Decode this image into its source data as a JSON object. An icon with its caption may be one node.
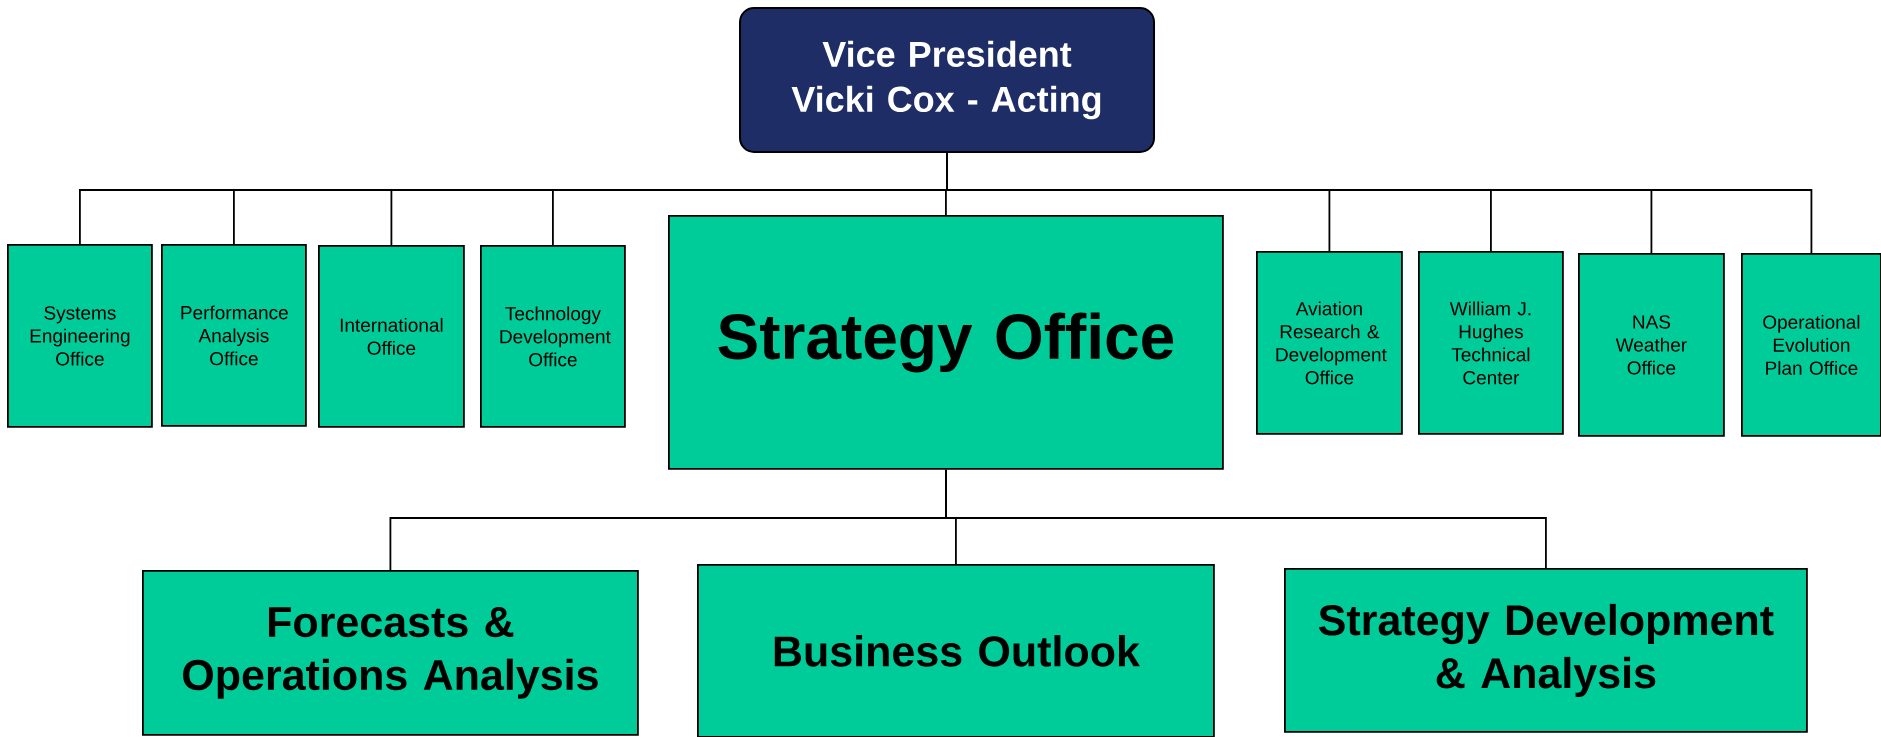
{
  "diagram": {
    "nodes": [
      {
        "text": [
          "Vice President Vicki Cox - Acting"
        ]
      },
      {
        "text": [
          "Systems Engineering Office"
        ]
      },
      {
        "text": [
          "Performance Analysis Office"
        ]
      },
      {
        "text": [
          "International Office"
        ]
      },
      {
        "text": [
          "Technology Development Office"
        ]
      },
      {
        "text": [
          "Strategy Office"
        ]
      },
      {
        "text": [
          "Aviation Research & Development Office"
        ]
      },
      {
        "text": [
          "William J. Hughes Technical Center"
        ]
      },
      {
        "text": [
          "NAS Weather Office"
        ]
      },
      {
        "text": [
          "Operational Evolution Plan Office"
        ]
      },
      {
        "text": [
          "Forecasts & Operations Analysis"
        ]
      },
      {
        "text": [
          "Business Outlook"
        ]
      },
      {
        "text": [
          "Strategy Development & Analysis"
        ]
      }
    ],
    "edges": [
      {
        "from": 0,
        "to": 1,
        "arrow": "none"
      },
      {
        "from": 0,
        "to": 2,
        "arrow": "none"
      },
      {
        "from": 0,
        "to": 3,
        "arrow": "none"
      },
      {
        "from": 0,
        "to": 4,
        "arrow": "none"
      },
      {
        "from": 0,
        "to": 5,
        "arrow": "none"
      },
      {
        "from": 0,
        "to": 6,
        "arrow": "none"
      },
      {
        "from": 0,
        "to": 7,
        "arrow": "none"
      },
      {
        "from": 0,
        "to": 8,
        "arrow": "none"
      },
      {
        "from": 0,
        "to": 9,
        "arrow": "none"
      },
      {
        "from": 5,
        "to": 10,
        "arrow": "none"
      },
      {
        "from": 5,
        "to": 11,
        "arrow": "none"
      },
      {
        "from": 5,
        "to": 12,
        "arrow": "none"
      }
    ]
  }
}
